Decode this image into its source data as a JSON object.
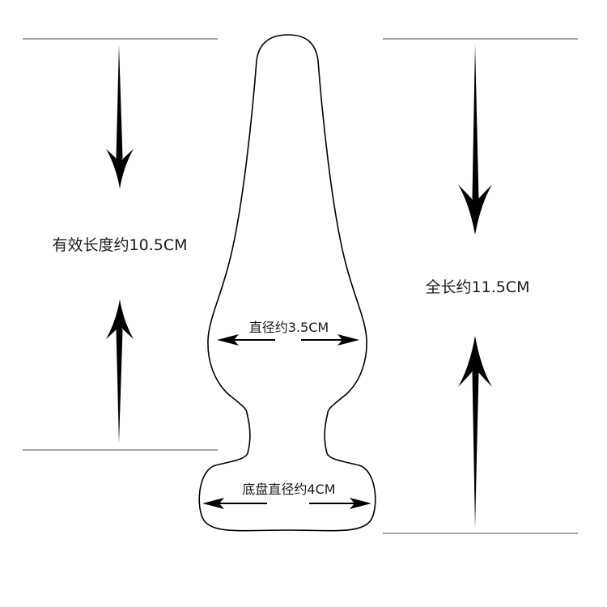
{
  "labels": {
    "effective_length": "有效长度约10.5CM",
    "total_length": "全长约11.5CM",
    "diameter": "直径约3.5CM",
    "base_diameter": "底盘直径约4CM"
  },
  "colors": {
    "line": "#000000",
    "guide": "#6e6e6e",
    "text": "#1a1a1a"
  }
}
